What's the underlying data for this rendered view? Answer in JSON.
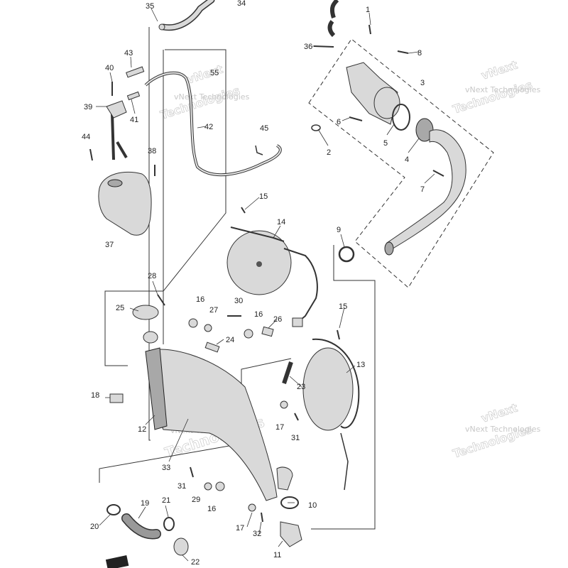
{
  "diagram": {
    "callouts": [
      {
        "id": "c1",
        "text": "1"
      },
      {
        "id": "c2",
        "text": "2"
      },
      {
        "id": "c3",
        "text": "3"
      },
      {
        "id": "c4",
        "text": "4"
      },
      {
        "id": "c5",
        "text": "5"
      },
      {
        "id": "c6",
        "text": "6"
      },
      {
        "id": "c7",
        "text": "7"
      },
      {
        "id": "c8",
        "text": "8"
      },
      {
        "id": "c9",
        "text": "9"
      },
      {
        "id": "c10",
        "text": "10"
      },
      {
        "id": "c11",
        "text": "11"
      },
      {
        "id": "c12",
        "text": "12"
      },
      {
        "id": "c13",
        "text": "13"
      },
      {
        "id": "c14",
        "text": "14"
      },
      {
        "id": "c15a",
        "text": "15"
      },
      {
        "id": "c15b",
        "text": "15"
      },
      {
        "id": "c16a",
        "text": "16"
      },
      {
        "id": "c16b",
        "text": "16"
      },
      {
        "id": "c16c",
        "text": "16"
      },
      {
        "id": "c17a",
        "text": "17"
      },
      {
        "id": "c17b",
        "text": "17"
      },
      {
        "id": "c18",
        "text": "18"
      },
      {
        "id": "c19",
        "text": "19"
      },
      {
        "id": "c20",
        "text": "20"
      },
      {
        "id": "c21",
        "text": "21"
      },
      {
        "id": "c22",
        "text": "22"
      },
      {
        "id": "c23",
        "text": "23"
      },
      {
        "id": "c24",
        "text": "24"
      },
      {
        "id": "c25",
        "text": "25"
      },
      {
        "id": "c26",
        "text": "26"
      },
      {
        "id": "c27",
        "text": "27"
      },
      {
        "id": "c28",
        "text": "28"
      },
      {
        "id": "c29",
        "text": "29"
      },
      {
        "id": "c30",
        "text": "30"
      },
      {
        "id": "c31a",
        "text": "31"
      },
      {
        "id": "c31b",
        "text": "31"
      },
      {
        "id": "c32",
        "text": "32"
      },
      {
        "id": "c33",
        "text": "33"
      },
      {
        "id": "c34",
        "text": "34"
      },
      {
        "id": "c35",
        "text": "35"
      },
      {
        "id": "c36",
        "text": "36"
      },
      {
        "id": "c37",
        "text": "37"
      },
      {
        "id": "c38",
        "text": "38"
      },
      {
        "id": "c39",
        "text": "39"
      },
      {
        "id": "c40",
        "text": "40"
      },
      {
        "id": "c41",
        "text": "41"
      },
      {
        "id": "c42",
        "text": "42"
      },
      {
        "id": "c43",
        "text": "43"
      },
      {
        "id": "c44",
        "text": "44"
      },
      {
        "id": "c45",
        "text": "45"
      },
      {
        "id": "c55",
        "text": "55"
      }
    ],
    "watermarks": {
      "main": "vNext",
      "sub": "vNext Technologies",
      "word": "Technologies"
    }
  }
}
